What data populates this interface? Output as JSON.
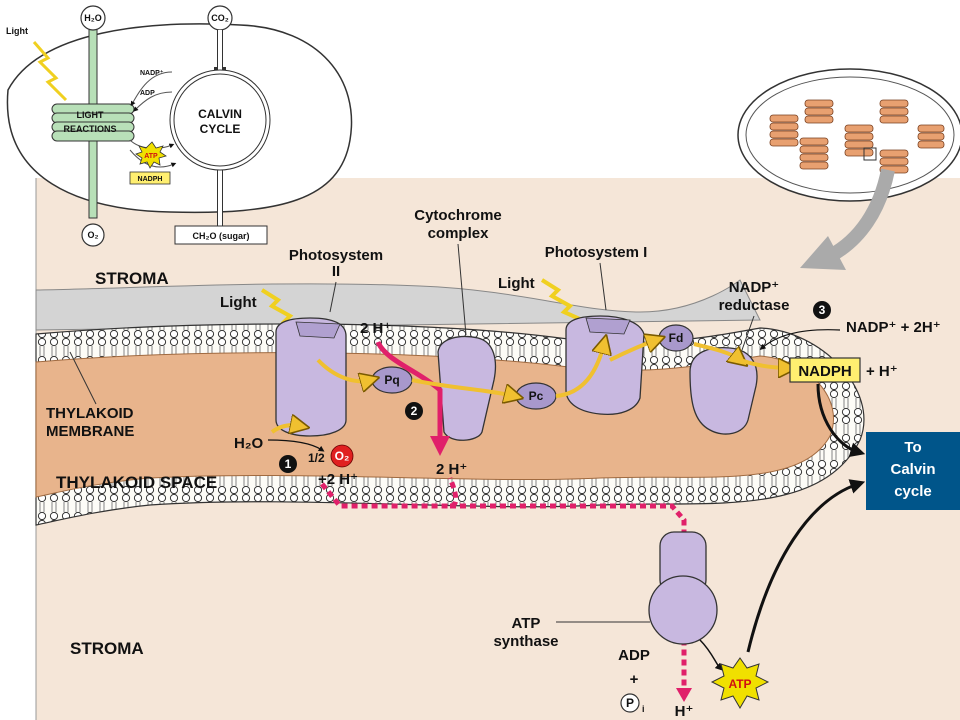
{
  "overview": {
    "light": "Light",
    "h2o": "H₂O",
    "co2": "CO₂",
    "nadp_plus": "NADP⁺",
    "adp": "ADP",
    "light_reactions_1": "LIGHT",
    "light_reactions_2": "REACTIONS",
    "calvin_cycle_1": "CALVIN",
    "calvin_cycle_2": "CYCLE",
    "atp": "ATP",
    "nadph": "NADPH",
    "o2": "O₂",
    "sugar": "CH₂O (sugar)"
  },
  "labels": {
    "stroma_top": "STROMA",
    "photosystem_ii_1": "Photosystem",
    "photosystem_ii_2": "II",
    "cytochrome_1": "Cytochrome",
    "cytochrome_2": "complex",
    "photosystem_i": "Photosystem I",
    "light_ps2": "Light",
    "light_ps1": "Light",
    "nadp_reductase_1": "NADP⁺",
    "nadp_reductase_2": "reductase",
    "two_h_top": "2 H⁺",
    "pq": "Pq",
    "pc": "Pc",
    "fd": "Fd",
    "nadp_eq": "NADP⁺ + 2H⁺",
    "nadph": "NADPH",
    "plus_h": "+ H⁺",
    "thylakoid_membrane_1": "THYLAKOID",
    "thylakoid_membrane_2": "MEMBRANE",
    "h2o": "H₂O",
    "half": "1/2",
    "o2": "O₂",
    "plus_2h": "+2 H⁺",
    "two_h_lumen": "2 H⁺",
    "thylakoid_space": "THYLAKOID SPACE",
    "step_1": "1",
    "step_2": "2",
    "step_3": "3",
    "to_calvin_1": "To",
    "to_calvin_2": "Calvin",
    "to_calvin_3": "cycle",
    "atp_synthase_1": "ATP",
    "atp_synthase_2": "synthase",
    "stroma_bottom": "STROMA",
    "adp": "ADP",
    "plus": "+",
    "pi": "P",
    "pi_sub": "i",
    "h_out": "H⁺",
    "atp": "ATP"
  },
  "colors": {
    "stroma": "#f5e6d8",
    "lumen": "#e8b48c",
    "protein": "#c8b8e0",
    "electron_arrow": "#f0c030",
    "proton_arrow": "#e0206a",
    "box": "#00558a"
  }
}
